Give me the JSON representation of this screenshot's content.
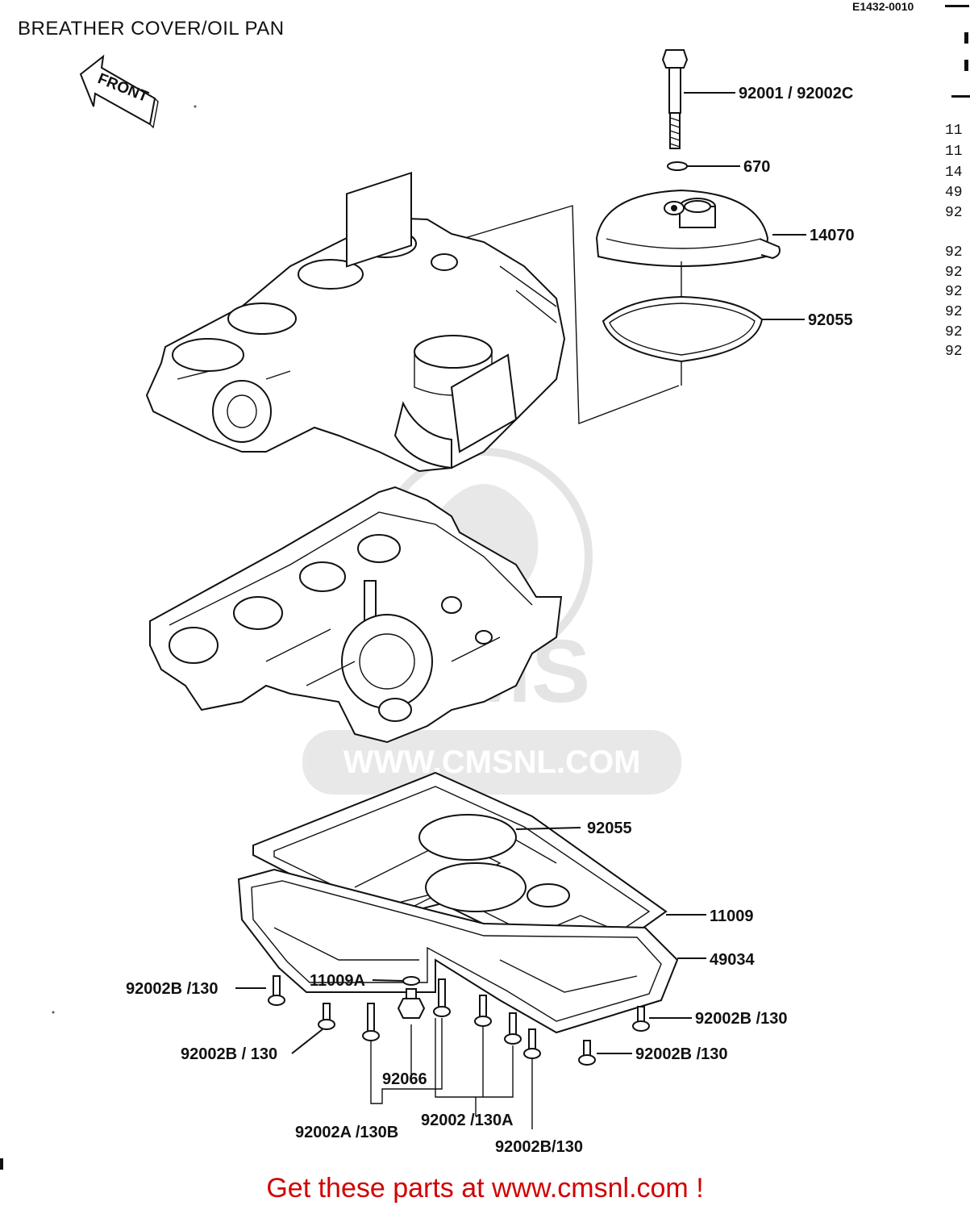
{
  "title": "BREATHER COVER/OIL PAN",
  "reference_code": "E1432-0010",
  "front_arrow_label": "FRONT",
  "watermark": {
    "brand": "CMS",
    "url": "WWW.CMSNL.COM"
  },
  "callouts": {
    "bolt_top": "92001 / 92002C",
    "washer_top": "670",
    "breather_cover": "14070",
    "oring_top": "92055",
    "oring_pan": "92055",
    "gasket": "11009",
    "oil_pan": "49034",
    "drain_washer": "11009A",
    "drain_plug": "92066",
    "bolt_left_upper": "92002B /130",
    "bolt_left_lower": "92002B / 130",
    "bolt_right_upper": "92002B /130",
    "bolt_right_lower": "92002B /130",
    "bolt_group_a": "92002A /130B",
    "bolt_group_b": "92002 /130A",
    "bolt_bottom": "92002B/130"
  },
  "index_column": [
    "11",
    "11",
    "14",
    "49",
    "92",
    "92",
    "92",
    "92",
    "92",
    "92",
    "92"
  ],
  "footer": "Get these parts at www.cmsnl.com !"
}
